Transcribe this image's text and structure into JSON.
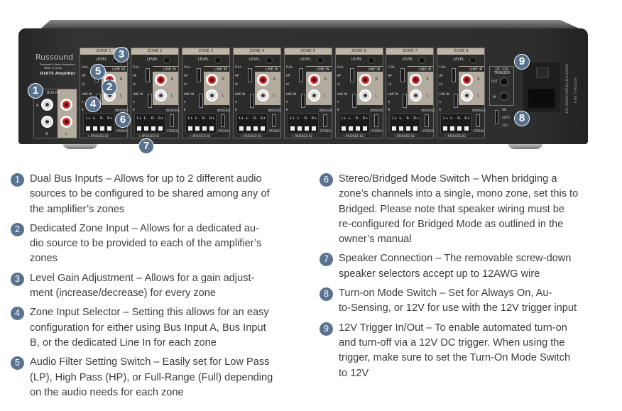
{
  "amplifier": {
    "brand": "Russound",
    "origin_lines": [
      "Designed in New Hampshire",
      "Made in China"
    ],
    "model": "D1675 Amplifier",
    "bus_in": {
      "title": "BUS IN",
      "row_labels": [
        "A",
        "B"
      ],
      "col_labels": [
        "R",
        "L"
      ]
    },
    "zone_labels": {
      "level": "LEVEL",
      "line_in": "LINE IN",
      "filter": [
        "FULL",
        "HP",
        "LP"
      ],
      "input": [
        "LINE IN",
        "A",
        "B"
      ],
      "bridged": "BRIDGED",
      "stereo": "STEREO",
      "terminals": [
        "L+",
        "L-",
        "R-",
        "R+"
      ],
      "bridged_bar": "+ BRIDGED B2 -",
      "r": "R",
      "l": "L"
    },
    "zones": [
      "ZONE 1",
      "ZONE 2",
      "ZONE 3",
      "ZONE 4",
      "ZONE 5",
      "ZONE 6",
      "ZONE 7",
      "ZONE 8"
    ],
    "trigger": {
      "title": "DC 12V TRIGGER",
      "out": "OUT",
      "in": "IN"
    },
    "turn_on": [
      "ON",
      "AUTO",
      "12V"
    ],
    "power_label": [
      "100~240VAC 60/50Hz Max 1000W",
      "FUSE T10AL/250V"
    ],
    "badges": [
      "1",
      "2",
      "3",
      "4",
      "5",
      "6",
      "7",
      "8",
      "9"
    ],
    "colors": {
      "badge": "#56708e",
      "red_rca": "#d4232b",
      "panel_tan": "#bdb5a6"
    }
  },
  "features_left": [
    {
      "num": "1",
      "lines": [
        "Dual Bus Inputs – Allows for up to 2 different audio",
        "sources to be configured to be shared among any of",
        "the amplifier’s zones"
      ]
    },
    {
      "num": "2",
      "lines": [
        "Dedicated Zone Input – Allows for a dedicated au-",
        "dio source to be provided to each of the amplifier’s",
        "zones"
      ]
    },
    {
      "num": "3",
      "lines": [
        "Level Gain Adjustment – Allows for a gain adjust-",
        "ment (increase/decrease) for every zone"
      ]
    },
    {
      "num": "4",
      "lines": [
        "Zone Input Selector – Setting this allows for an easy",
        "configuration for either using Bus Input A, Bus Input",
        "B, or the dedicated Line In for each zone"
      ]
    },
    {
      "num": "5",
      "lines": [
        "Audio Filter Setting Switch – Easily set for Low Pass",
        "(LP), High Pass (HP), or Full-Range (Full) depending",
        "on the audio needs for each zone"
      ]
    }
  ],
  "features_right": [
    {
      "num": "6",
      "lines": [
        "Stereo/Bridged Mode Switch – When bridging a",
        "zone’s channels into a single, mono zone, set this to",
        "Bridged.  Please note that speaker wiring must be",
        "re-configured for Bridged Mode as outlined in the",
        "owner’s manual"
      ]
    },
    {
      "num": "7",
      "lines": [
        "Speaker Connection – The removable screw-down",
        "speaker selectors accept up to 12AWG wire"
      ]
    },
    {
      "num": "8",
      "lines": [
        "Turn-on Mode Switch – Set for Always On, Au-",
        "to-Sensing, or 12V for use with the 12V trigger input"
      ]
    },
    {
      "num": "9",
      "lines": [
        "12V Trigger In/Out – To enable automated turn-on",
        "and turn-off via a 12V DC trigger.  When using the",
        "trigger, make sure to set the Turn-On Mode Switch",
        "to 12V"
      ]
    }
  ]
}
